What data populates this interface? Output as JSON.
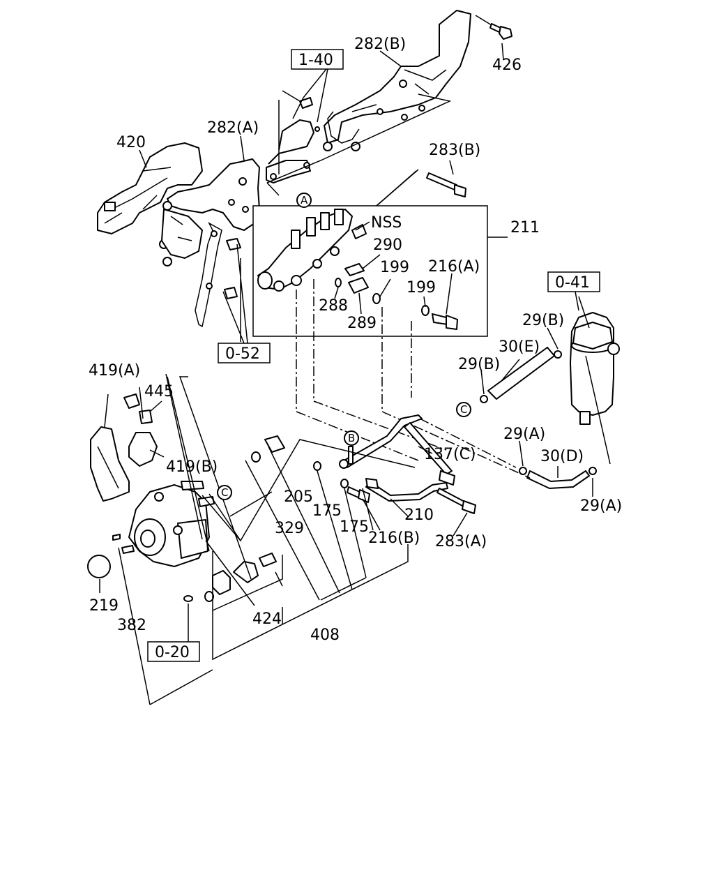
{
  "parts": {
    "p426": "426",
    "p282b": "282(B)",
    "p282a": "282(A)",
    "p420": "420",
    "p283b": "283(B)",
    "p211": "211",
    "nss": "NSS",
    "p290": "290",
    "p199a": "199",
    "p216a": "216(A)",
    "p199b": "199",
    "p288": "288",
    "p289": "289",
    "p29b_top": "29(B)",
    "p30e": "30(E)",
    "p29b_mid": "29(B)",
    "p419a": "419(A)",
    "p445": "445",
    "p137c": "137(C)",
    "p29a_top": "29(A)",
    "p30d": "30(D)",
    "p419b": "419(B)",
    "p205": "205",
    "p175a": "175",
    "p175b": "175",
    "p210": "210",
    "p29a_bot": "29(A)",
    "p329": "329",
    "p216b": "216(B)",
    "p283a": "283(A)",
    "p219": "219",
    "p382": "382",
    "p424": "424",
    "p408": "408"
  },
  "refs": {
    "r140": "1-40",
    "r052": "0-52",
    "r041": "0-41",
    "r020": "0-20"
  },
  "circles": {
    "a": "A",
    "b": "B",
    "c1": "C",
    "c2": "C"
  }
}
